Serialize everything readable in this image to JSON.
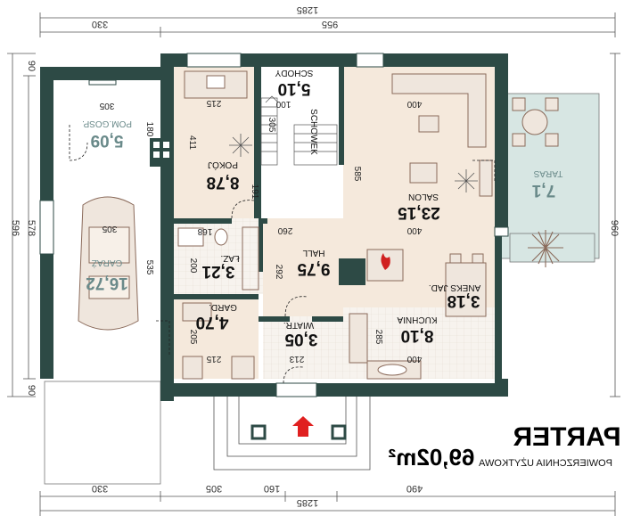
{
  "plan": {
    "title": "PARTER",
    "subtitle": "POWIERZCHNIA UŻYTKOWA",
    "total_area": "69,02m²",
    "colors": {
      "wall": "#2d4a45",
      "floor": "#f5e9dc",
      "terrace": "#d7e6e3",
      "ext": "#6a8a8a"
    }
  },
  "dims": {
    "top_total": "1285",
    "top_left": "330",
    "top_right": "955",
    "bottom_total": "1285",
    "bottom_1": "330",
    "bottom_2": "305",
    "bottom_3": "160",
    "bottom_4": "490",
    "left_total": "596",
    "left_inner": "578",
    "left_top": "90",
    "left_bottom": "90",
    "right_total": "960"
  },
  "rooms": {
    "pom_gosp": {
      "label": "POM.GOSP.",
      "area": "5,09",
      "w": "305",
      "h": "180"
    },
    "garaz": {
      "label": "GARAŻ",
      "area": "16,72",
      "w": "305",
      "h": "535"
    },
    "schody": {
      "label": "SCHODY",
      "area": "5,10",
      "w": "100",
      "h": "305"
    },
    "schowek": {
      "label": "SCHOWEK"
    },
    "pokoj": {
      "label": "POKÓJ",
      "area": "8,78",
      "w": "215",
      "h": "411"
    },
    "salon": {
      "label": "SALON",
      "area": "23,15",
      "w": "400",
      "h": "585"
    },
    "taras": {
      "label": "TARAS",
      "area": "7,1"
    },
    "hall": {
      "label": "HALL",
      "area": "9,75",
      "w": "260",
      "h": "292"
    },
    "lazienka": {
      "label": "ŁAZ.",
      "area": "3,21",
      "w": "168",
      "h": "200"
    },
    "aneks": {
      "label": "ANEKS JAD.",
      "area": "3,18"
    },
    "kuchnia": {
      "label": "KUCHNIA",
      "area": "8,10",
      "w": "400",
      "h": "285"
    },
    "gard": {
      "label": "GARD.",
      "area": "4,70",
      "w": "215",
      "h": "205"
    },
    "wiatr": {
      "label": "WIATR.",
      "area": "3,05",
      "w": "213"
    },
    "pokoj_inner_w": "191",
    "hall_w2": "400"
  }
}
